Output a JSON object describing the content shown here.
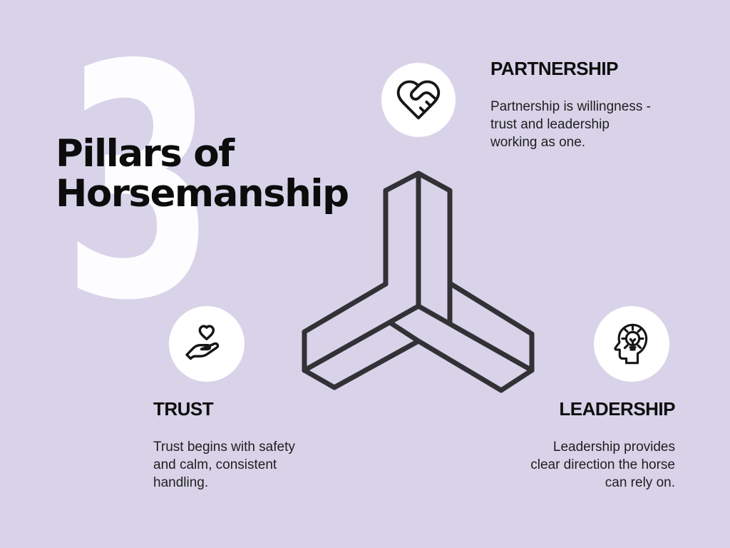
{
  "big_number": "3",
  "title": {
    "line1": "Pillars of",
    "line2": "Horsemanship"
  },
  "pillars": [
    {
      "id": "partnership",
      "heading": "PARTNERSHIP",
      "body_lines": [
        "Partnership is willingness -",
        "trust and leadership",
        "working as one."
      ],
      "icon": "heart-handshake-icon"
    },
    {
      "id": "trust",
      "heading": "TRUST",
      "body_lines": [
        "Trust begins with safety",
        "and calm, consistent",
        "handling."
      ],
      "icon": "heart-in-hand-icon"
    },
    {
      "id": "leadership",
      "heading": "LEADERSHIP",
      "body_lines": [
        "Leadership provides",
        "clear direction the horse",
        "can rely on."
      ],
      "icon": "head-lightbulb-icon"
    }
  ],
  "colors": {
    "background": "#d9d3e9",
    "big_number_fill": "#fdfdff",
    "heading_text": "#0e0e0e",
    "body_text": "#1e1e1e",
    "tripod_stroke": "#323136",
    "icon_stroke": "#161616",
    "circle_fill": "#ffffff"
  }
}
